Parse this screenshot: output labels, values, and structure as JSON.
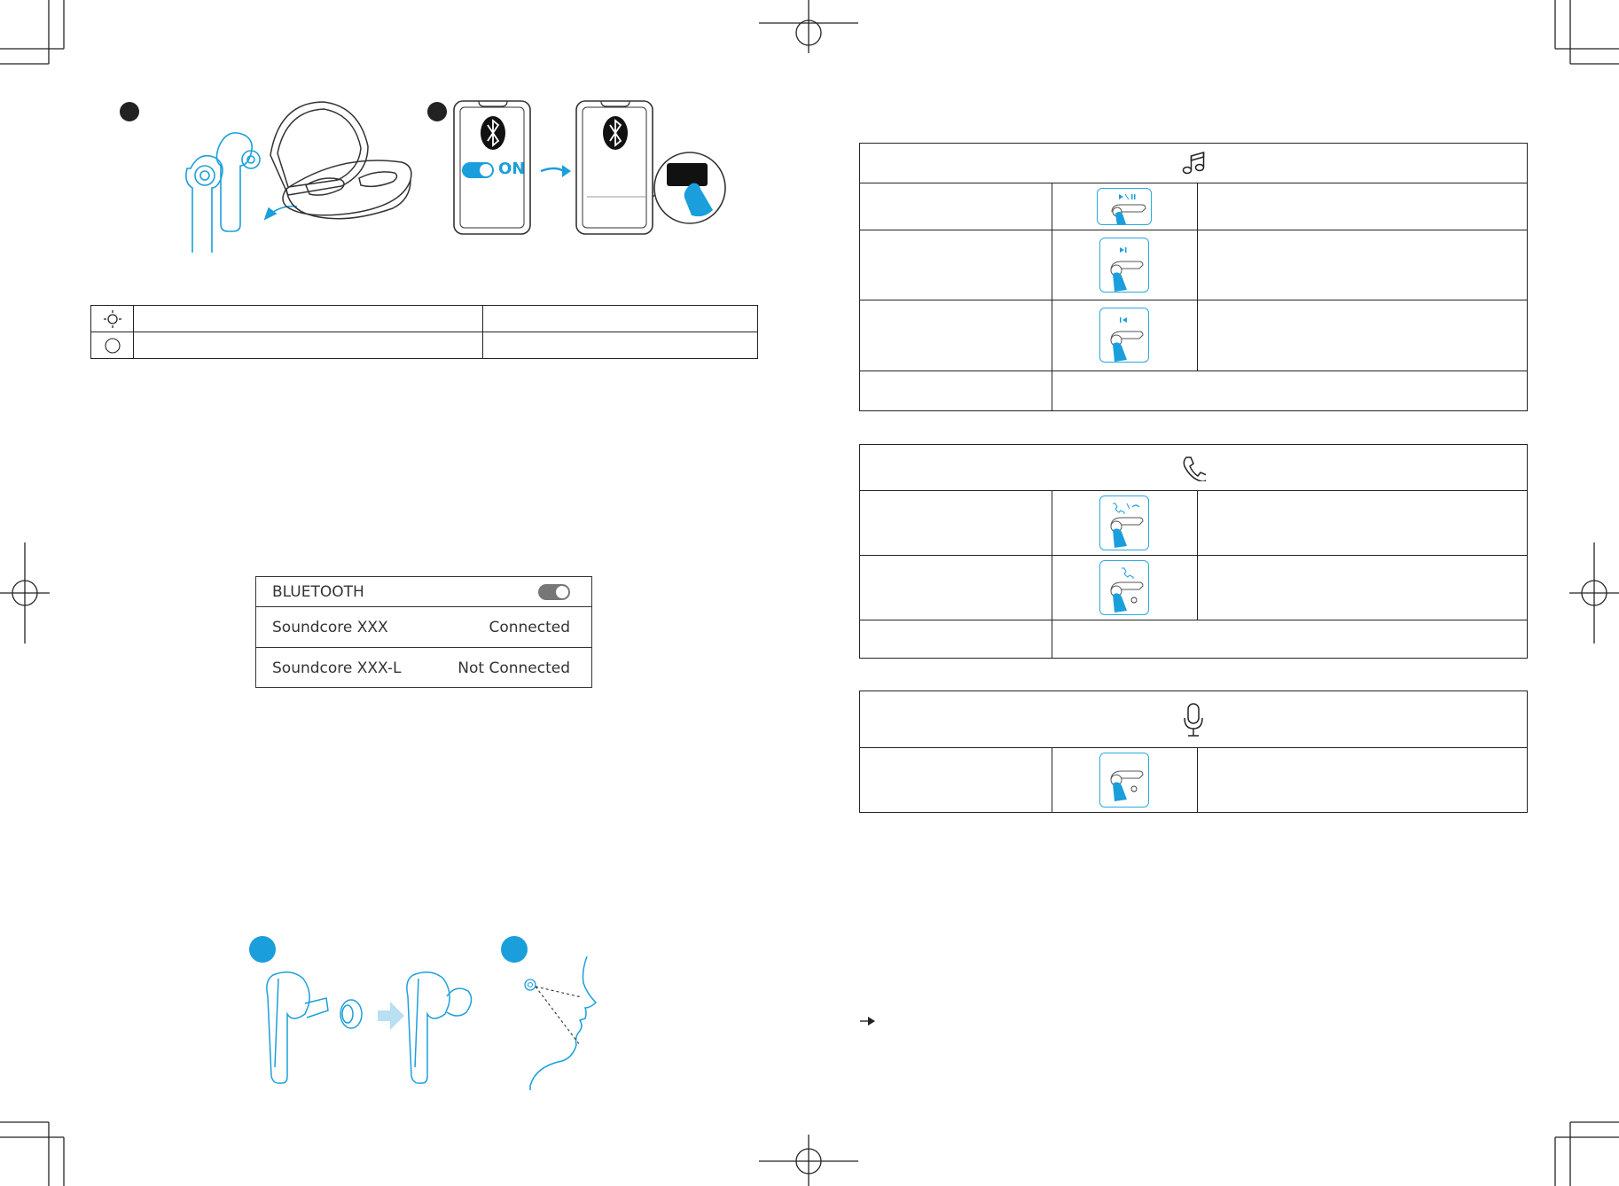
{
  "bluetooth": {
    "header": "BLUETOOTH",
    "devices": [
      {
        "name": "Soundcore XXX",
        "status": "Connected"
      },
      {
        "name": "Soundcore XXX-L",
        "status": "Not Connected"
      }
    ]
  },
  "illustration": {
    "toggle_text": "ON",
    "accent_color": "#1a9fdc"
  },
  "icons": {
    "music": "music-note-icon",
    "call": "phone-icon",
    "voice": "microphone-icon",
    "led_on": "light-on-icon",
    "led_off": "light-off-icon",
    "bluetooth": "bluetooth-icon"
  }
}
